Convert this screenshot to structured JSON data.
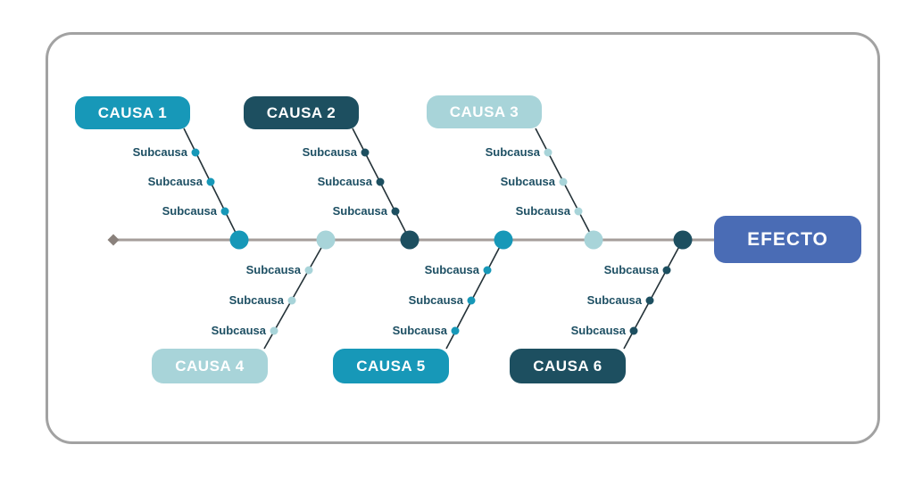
{
  "title": "Fishbone cause-effect diagram",
  "labels": {
    "subcausa": "Subcausa"
  },
  "effect": {
    "label": "EFECTO",
    "color": "#4a6cb5"
  },
  "colors": {
    "teal": "#1798b8",
    "light_blue": "#a8d4d9",
    "navy": "#1d4f60",
    "spine": "#a59d9a",
    "diamond": "#8a817c",
    "branch_line": "#243238",
    "card_border": "#a2a2a2",
    "subcausa_text": "#1d4f63"
  },
  "causes": [
    {
      "label": "CAUSA 1",
      "color": "#1798b8",
      "position": "top",
      "subcauses": [
        "Subcausa",
        "Subcausa",
        "Subcausa"
      ]
    },
    {
      "label": "CAUSA 2",
      "color": "#1d4f60",
      "position": "top",
      "subcauses": [
        "Subcausa",
        "Subcausa",
        "Subcausa"
      ]
    },
    {
      "label": "CAUSA 3",
      "color": "#a8d4d9",
      "position": "top",
      "subcauses": [
        "Subcausa",
        "Subcausa",
        "Subcausa"
      ]
    },
    {
      "label": "CAUSA 4",
      "color": "#a8d4d9",
      "position": "bottom",
      "subcauses": [
        "Subcausa",
        "Subcausa",
        "Subcausa"
      ]
    },
    {
      "label": "CAUSA 5",
      "color": "#1798b8",
      "position": "bottom",
      "subcauses": [
        "Subcausa",
        "Subcausa",
        "Subcausa"
      ]
    },
    {
      "label": "CAUSA 6",
      "color": "#1d4f60",
      "position": "bottom",
      "subcauses": [
        "Subcausa",
        "Subcausa",
        "Subcausa"
      ]
    }
  ]
}
